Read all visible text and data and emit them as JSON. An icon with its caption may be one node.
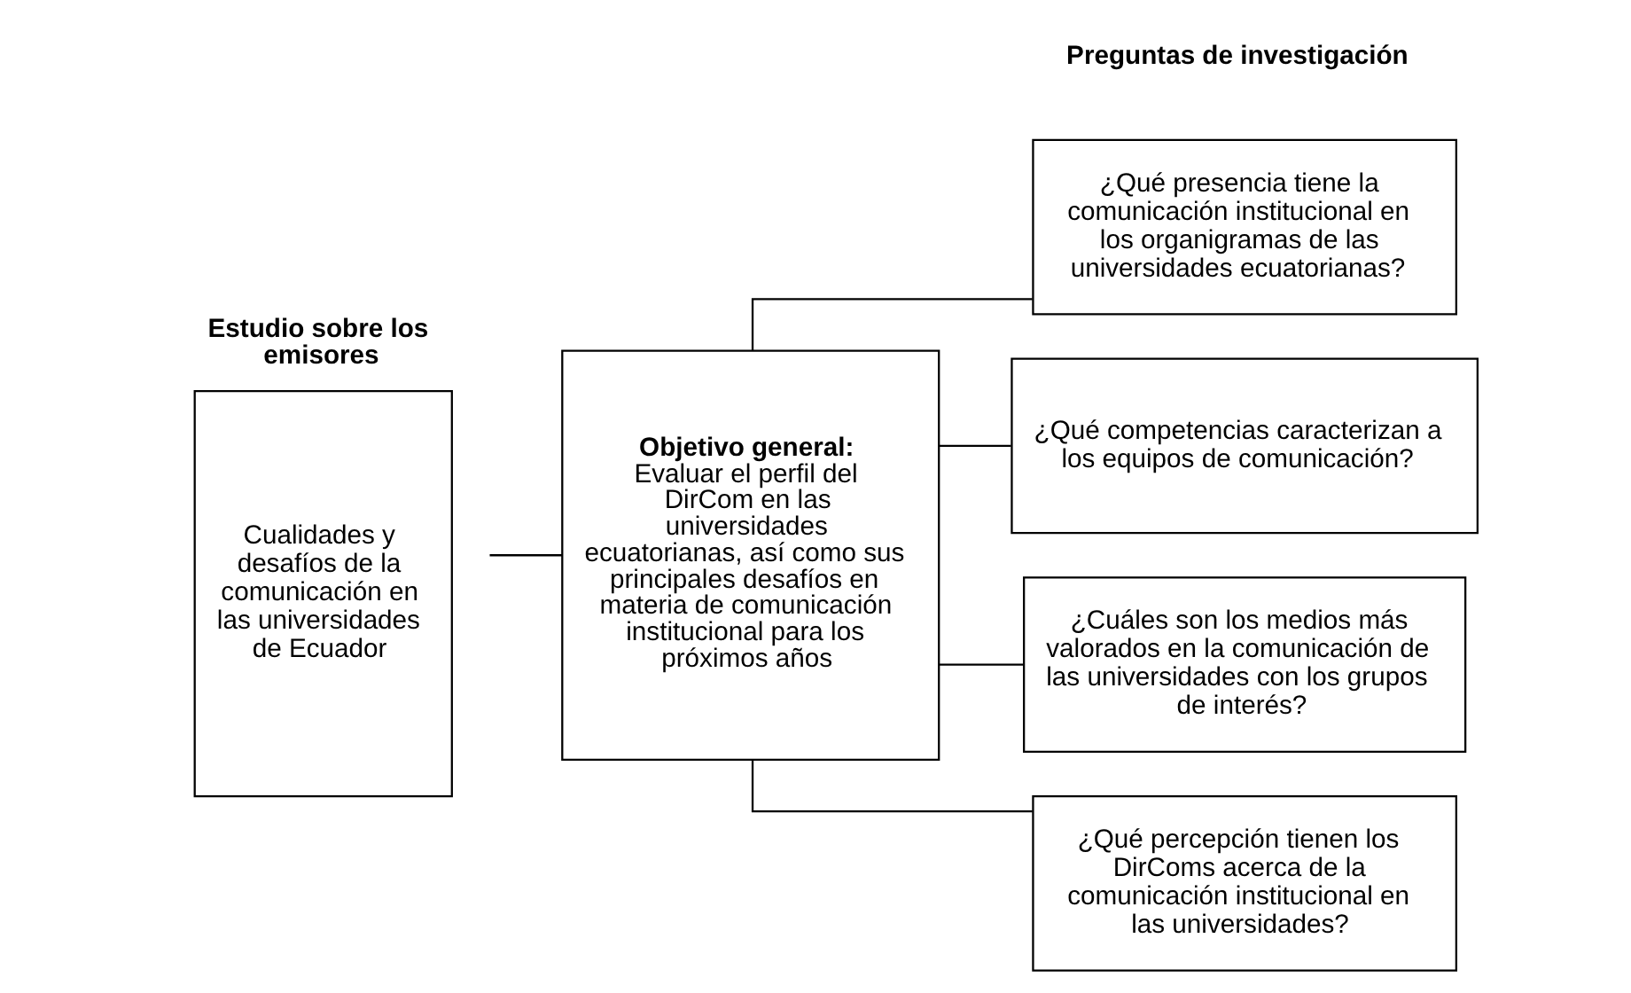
{
  "diagram": {
    "nodes": [
      {
        "text": [
          "Estudio sobre los emisores",
          "Cualidades y desafíos de la comunicación en las universidades de Ecuador"
        ]
      },
      {
        "text": [
          "Objetivo general:",
          "Evaluar el perfil del DirCom en las universidades ecuatorianas, así como sus principales desafíos en materia de comunicación institucional para los próximos años"
        ]
      },
      {
        "text": [
          "¿Qué presencia tiene la comunicación institucional en los organigramas de las universidades ecuatorianas?"
        ]
      },
      {
        "text": [
          "¿Qué competencias caracterizan a los equipos de comunicación?"
        ]
      },
      {
        "text": [
          "¿Cuáles son los medios más valorados en la comunicación de las universidades con los grupos de interés?"
        ]
      },
      {
        "text": [
          "¿Qué percepción tienen los DirComs acerca de la comunicación institucional en las universidades?"
        ]
      }
    ],
    "edges": [
      {
        "from": 0,
        "to": 1,
        "arrow": "none"
      },
      {
        "from": 1,
        "to": 2,
        "arrow": "none"
      },
      {
        "from": 1,
        "to": 3,
        "arrow": "none"
      },
      {
        "from": 1,
        "to": 4,
        "arrow": "none"
      },
      {
        "from": 1,
        "to": 5,
        "arrow": "none"
      }
    ],
    "labels": [
      "Preguntas de investigación"
    ]
  }
}
